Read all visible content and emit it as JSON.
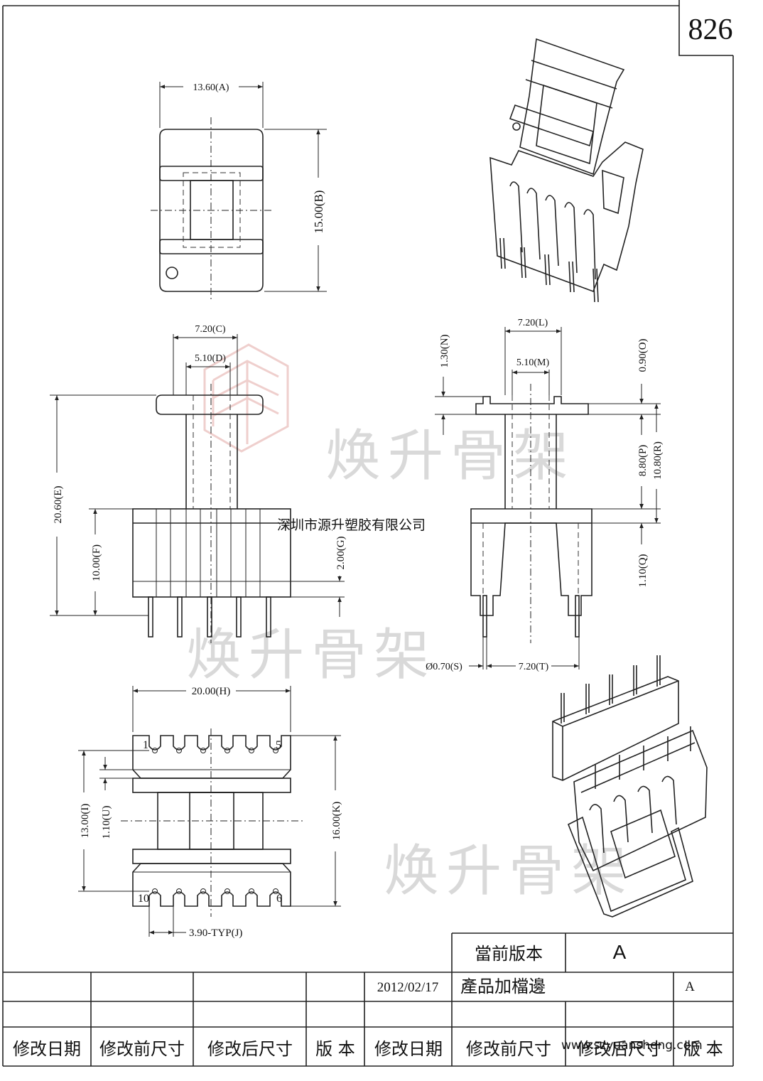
{
  "drawing_number": "826",
  "dimensions": {
    "A": "13.60(A)",
    "B": "15.00(B)",
    "C": "7.20(C)",
    "D": "5.10(D)",
    "E": "20.60(E)",
    "F": "10.00(F)",
    "G": "2.00(G)",
    "H": "20.00(H)",
    "I": "13.00(I)",
    "J": "3.90-TYP(J)",
    "K": "16.00(K)",
    "L": "7.20(L)",
    "M": "5.10(M)",
    "N": "1.30(N)",
    "O": "0.90(O)",
    "P": "8.80(P)",
    "Q": "1.10(Q)",
    "R": "10.80(R)",
    "S": "Ø0.70(S)",
    "T": "7.20(T)",
    "U": "1.10(U)"
  },
  "pin_labels": {
    "p1": "1",
    "p5": "5",
    "p6": "6",
    "p10": "10"
  },
  "watermarks": {
    "brand_1": "焕升骨架",
    "brand_2": "焕升骨架",
    "brand_3": "焕升骨架",
    "company": "深圳市源升塑胶有限公司",
    "url": "www.szyuansheng.com"
  },
  "revision_block": {
    "current_version_label": "當前版本",
    "current_version_value": "A",
    "row1": {
      "date": "2012/02/17",
      "description": "產品加檔邊",
      "version": "A"
    },
    "headers": [
      "修改日期",
      "修改前尺寸",
      "修改后尺寸",
      "版 本",
      "修改日期",
      "修改前尺寸",
      "修改后尺寸",
      "版 本"
    ]
  }
}
